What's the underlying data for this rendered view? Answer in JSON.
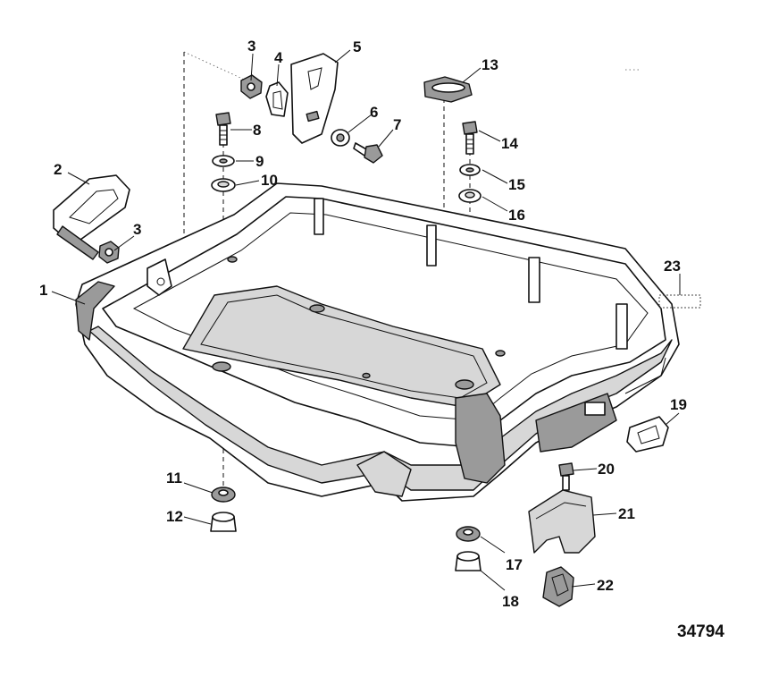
{
  "diagram": {
    "figure_number": "34794",
    "callouts": [
      {
        "id": "c1",
        "label": "1"
      },
      {
        "id": "c2",
        "label": "2"
      },
      {
        "id": "c3a",
        "label": "3"
      },
      {
        "id": "c3b",
        "label": "3"
      },
      {
        "id": "c4",
        "label": "4"
      },
      {
        "id": "c5",
        "label": "5"
      },
      {
        "id": "c6",
        "label": "6"
      },
      {
        "id": "c7",
        "label": "7"
      },
      {
        "id": "c8",
        "label": "8"
      },
      {
        "id": "c9",
        "label": "9"
      },
      {
        "id": "c10",
        "label": "10"
      },
      {
        "id": "c11",
        "label": "11"
      },
      {
        "id": "c12",
        "label": "12"
      },
      {
        "id": "c13",
        "label": "13"
      },
      {
        "id": "c14",
        "label": "14"
      },
      {
        "id": "c15",
        "label": "15"
      },
      {
        "id": "c16",
        "label": "16"
      },
      {
        "id": "c17",
        "label": "17"
      },
      {
        "id": "c18",
        "label": "18"
      },
      {
        "id": "c19",
        "label": "19"
      },
      {
        "id": "c20",
        "label": "20"
      },
      {
        "id": "c21",
        "label": "21"
      },
      {
        "id": "c22",
        "label": "22"
      },
      {
        "id": "c23",
        "label": "23"
      }
    ]
  }
}
